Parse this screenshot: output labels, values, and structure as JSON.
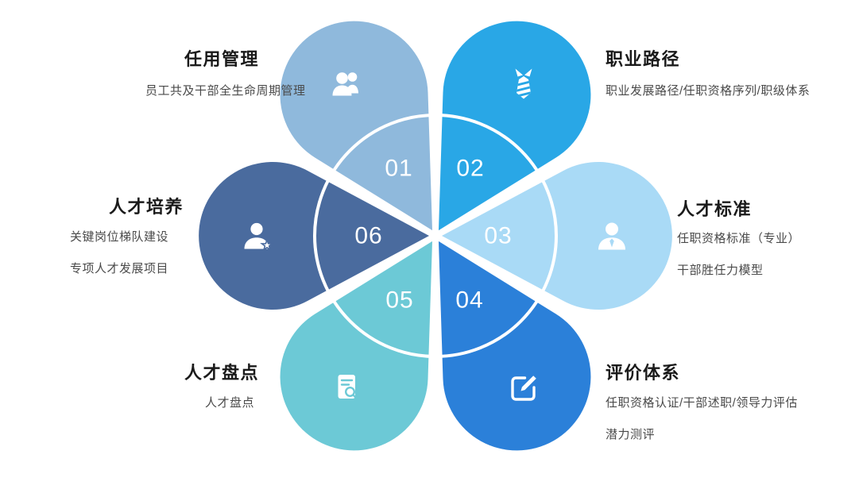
{
  "diagram": {
    "background": "#FFFFFF",
    "ring_color": "#FFFFFF",
    "petals": [
      {
        "number": "01",
        "title": "任用管理",
        "icon": "people-icon",
        "color": "#8FB9DC",
        "lines": [
          "员工共及干部全生命周期管理"
        ]
      },
      {
        "number": "02",
        "title": "职业路径",
        "icon": "tie-icon",
        "color": "#29A7E6",
        "lines": [
          "职业发展路径/任职资格序列/职级体系"
        ]
      },
      {
        "number": "03",
        "title": "人才标准",
        "icon": "person-icon",
        "color": "#A9DAF6",
        "lines": [
          "任职资格标准（专业）",
          "干部胜任力模型"
        ]
      },
      {
        "number": "04",
        "title": "评价体系",
        "icon": "edit-icon",
        "color": "#2B80D9",
        "lines": [
          "任职资格认证/干部述职/领导力评估",
          "潜力测评"
        ]
      },
      {
        "number": "05",
        "title": "人才盘点",
        "icon": "document-search-icon",
        "color": "#6CC9D6",
        "lines": [
          "人才盘点"
        ]
      },
      {
        "number": "06",
        "title": "人才培养",
        "icon": "person-star-icon",
        "color": "#4A6B9E",
        "lines": [
          "关键岗位梯队建设",
          "专项人才发展项目"
        ]
      }
    ]
  }
}
